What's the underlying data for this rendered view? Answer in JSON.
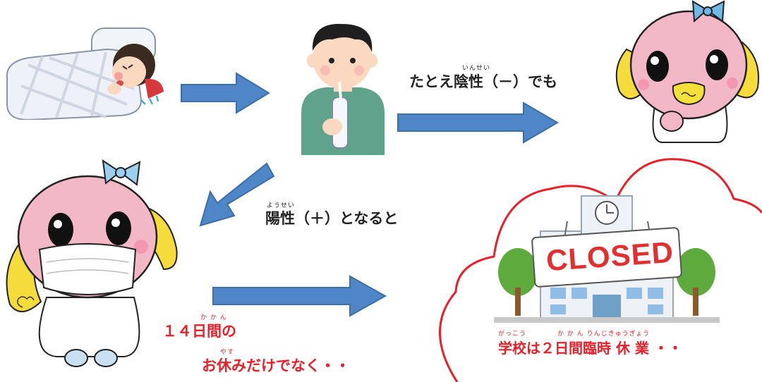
{
  "captions": {
    "negative": "たとえ陰性（－）でも",
    "negative_ruby": "いんせい",
    "positive": "陽性（＋）となると",
    "positive_ruby": "ようせい",
    "fourteen_days": "１４日間の",
    "fourteen_days_ruby": "か か ん",
    "not_only_rest": "お休みだけでなく・・",
    "not_only_rest_ruby": "やす",
    "school_closure": "学校は２日間臨時 休  業 ・・",
    "school_closure_ruby_1": "がっこう",
    "school_closure_ruby_2": "か か ん りんじきゅうぎょう"
  },
  "sign": {
    "text": "CLOSED"
  },
  "colors": {
    "arrow": "#4f86c8",
    "arrow_border": "#3a6ea8",
    "cloud_border": "#e8202a",
    "caption_red": "#e8202a",
    "caption_dark": "#222222"
  },
  "illustrations": [
    "sick-child-in-bed",
    "man-taking-pcr-test",
    "mascot-worried",
    "mascot-with-mask",
    "closed-school-building"
  ]
}
